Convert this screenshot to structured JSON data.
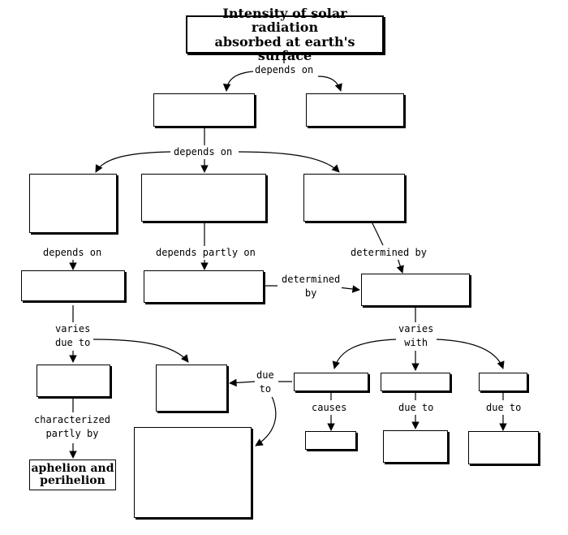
{
  "diagram": {
    "title_line1": "Intensity of solar radiation",
    "title_line2": "absorbed at earth's surface",
    "bottom_node_line1": "aphelion and",
    "bottom_node_line2": "perihelion",
    "labels": {
      "depends_on_1": "depends on",
      "depends_on_2": "depends on",
      "depends_on_3": "depends on",
      "depends_partly_on": "depends partly on",
      "determined_by_1": "determined by",
      "determined_by_2a": "determined",
      "determined_by_2b": "by",
      "varies_due_to_a": "varies",
      "varies_due_to_b": "due to",
      "varies_with_a": "varies",
      "varies_with_b": "with",
      "due_to_side_a": "due",
      "due_to_side_b": "to",
      "causes": "causes",
      "due_to_2": "due to",
      "due_to_3": "due to",
      "characterized_a": "characterized",
      "characterized_b": "partly by"
    }
  }
}
